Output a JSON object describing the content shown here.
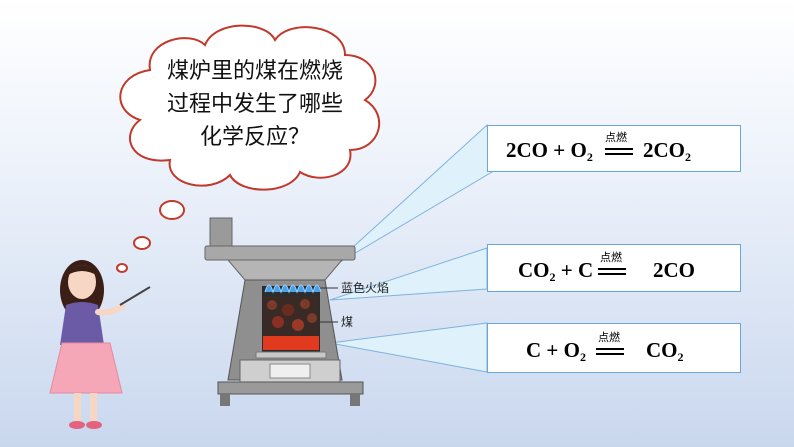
{
  "question": {
    "lines": [
      "煤炉里的煤在燃烧",
      "过程中发生了哪些",
      "化学反应？"
    ]
  },
  "stove_labels": {
    "blue_flame": "蓝色火焰",
    "coal": "煤"
  },
  "equations": [
    {
      "left": "2CO + O",
      "left_sub": "2",
      "condition": "点燃",
      "right": "2CO",
      "right_sub": "2"
    },
    {
      "left": "CO",
      "left_sub": "2",
      "left_tail": " + C",
      "condition": "点燃",
      "right": "2CO"
    },
    {
      "left": "C + O",
      "left_sub": "2",
      "condition": "点燃",
      "right": "CO",
      "right_sub": "2"
    }
  ],
  "colors": {
    "background_top": "#ffffff",
    "background_bottom": "#c9d7ee",
    "box_border": "#6aa6d8",
    "beam_fill": "#dff1fb",
    "bubble_border": "#c0392b",
    "bubble_fill": "#ffffff"
  },
  "icons": [
    "thought-bubble-icon",
    "teacher-illustration",
    "coal-stove-illustration"
  ]
}
